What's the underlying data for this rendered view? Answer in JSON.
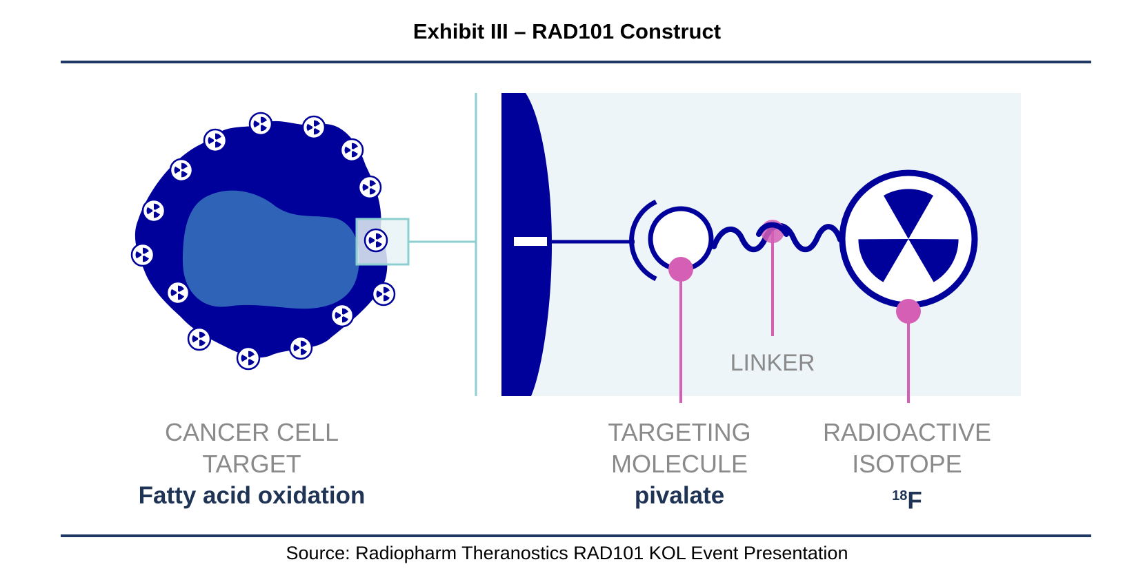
{
  "title": "Exhibit III – RAD101 Construct",
  "source": "Source: Radiopharm Theranostics RAD101 KOL Event Presentation",
  "diagram": {
    "labels": {
      "cancer_cell": {
        "line1": "CANCER CELL",
        "line2": "TARGET",
        "detail": "Fatty acid oxidation"
      },
      "targeting_molecule": {
        "line1": "TARGETING",
        "line2": "MOLECULE",
        "detail": "pivalate"
      },
      "linker": "LINKER",
      "isotope": {
        "line1": "RADIOACTIVE",
        "line2": "ISOTOPE",
        "detail_sup": "18",
        "detail_main": "F"
      }
    },
    "colors": {
      "navy": "#00009a",
      "nucleus": "#2e63b8",
      "pink": "#d45fb5",
      "teal": "#8ccfd0",
      "panel": "#eef5f8",
      "rule": "#1f3864"
    },
    "icons": {
      "membrane_markers": "radiation-icon",
      "isotope": "radiation-icon"
    }
  }
}
